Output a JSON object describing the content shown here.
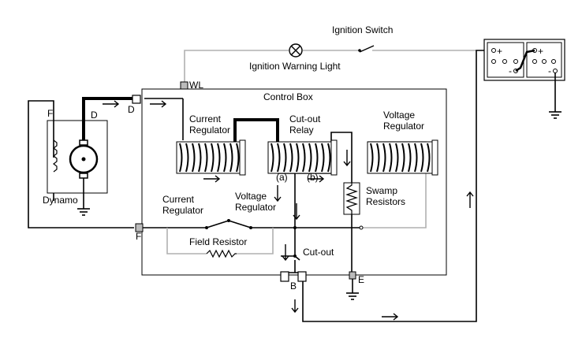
{
  "labels": {
    "ignition_switch": "Ignition Switch",
    "ignition_warning_light": "Ignition Warning Light",
    "wl": "WL",
    "control_box": "Control Box",
    "current_regulator_coil_1": "Current",
    "current_regulator_coil_2": "Regulator",
    "cutout_relay_1": "Cut-out",
    "cutout_relay_2": "Relay",
    "voltage_regulator_coil_1": "Voltage",
    "voltage_regulator_coil_2": "Regulator",
    "dynamo_f": "F",
    "dynamo_d": "D",
    "terminal_d": "D",
    "dynamo": "Dynamo",
    "junction_a": "(a)",
    "junction_b": "(b)",
    "swamp_resistors_1": "Swamp",
    "swamp_resistors_2": "Resistors",
    "current_regulator_contacts_1": "Current",
    "current_regulator_contacts_2": "Regulator",
    "voltage_regulator_contacts_1": "Voltage",
    "voltage_regulator_contacts_2": "Regulator",
    "terminal_f": "F",
    "field_resistor": "Field Resistor",
    "cutout": "Cut-out",
    "terminal_b": "B",
    "terminal_e": "E"
  }
}
